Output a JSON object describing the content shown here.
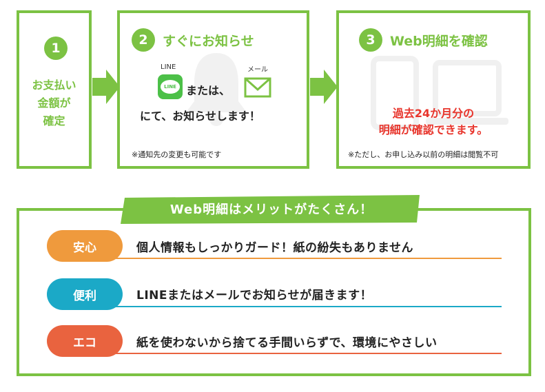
{
  "steps": [
    {
      "number": "1",
      "text": "お支払い\n金額が\n確定"
    },
    {
      "number": "2",
      "title": "すぐにお知らせ",
      "line_label": "LINE",
      "line_icon_text": "LINE",
      "mail_label": "メール",
      "or_text": "または、",
      "notify_text": "にて、お知らせします！",
      "note": "※通知先の変更も可能です"
    },
    {
      "number": "3",
      "title": "Web明細を確認",
      "main_text_line1": "過去24か月分の",
      "main_text_line2": "明細が確認できます。",
      "note": "※ただし、お申し込み以前の明細は閲覧不可"
    }
  ],
  "merits": {
    "banner": "Web明細はメリットがたくさん！",
    "items": [
      {
        "tag": "安心",
        "text": "個人情報もしっかりガード！紙の紛失もありません",
        "color": "#ef9a3d"
      },
      {
        "tag": "便利",
        "text": "LINEまたはメールでお知らせが届きます！",
        "color": "#1ba9c7"
      },
      {
        "tag": "エコ",
        "text": "紙を使わないから捨てる手間いらずで、環境にやさしい",
        "color": "#e9633f"
      }
    ]
  },
  "colors": {
    "accent": "#7cc243",
    "red": "#e8352c"
  }
}
